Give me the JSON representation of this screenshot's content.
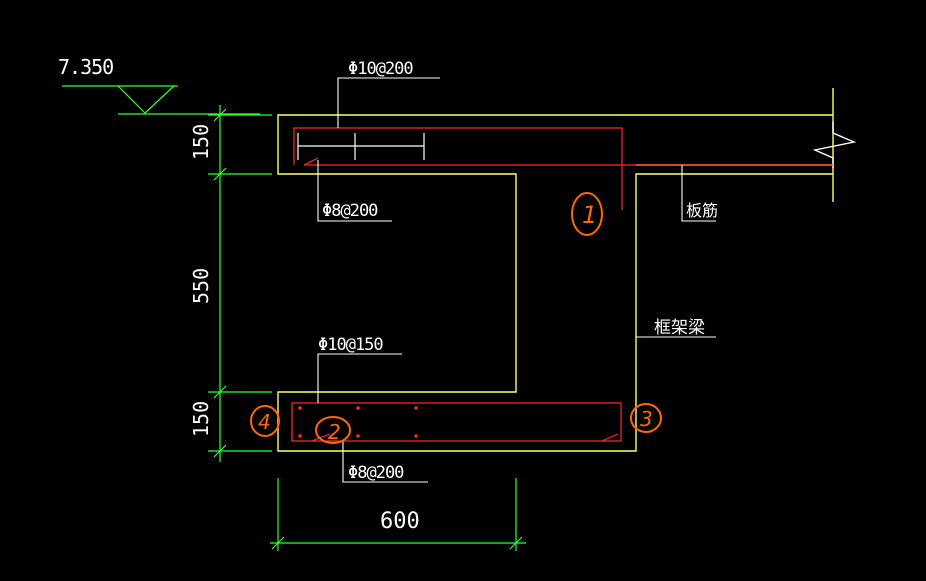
{
  "drawing": {
    "elevation": "7.350",
    "dimensions": {
      "top_slab": "150",
      "middle": "550",
      "bottom_slab": "150",
      "width": "600"
    },
    "rebar_labels": {
      "top_main": "Φ10@200",
      "top_dist": "Φ8@200",
      "bottom_main": "Φ10@150",
      "bottom_dist": "Φ8@200",
      "slab_rebar": "板筋",
      "frame_beam": "框架梁"
    },
    "markers": {
      "m1": "1",
      "m2": "2",
      "m3": "3",
      "m4": "4"
    },
    "colors": {
      "background": "#000000",
      "outline": "#ffff66",
      "rebar": "#ff2a2a",
      "dimension": "#33ff33",
      "leader": "#ffffff",
      "annotation": "#ff6a00"
    }
  }
}
